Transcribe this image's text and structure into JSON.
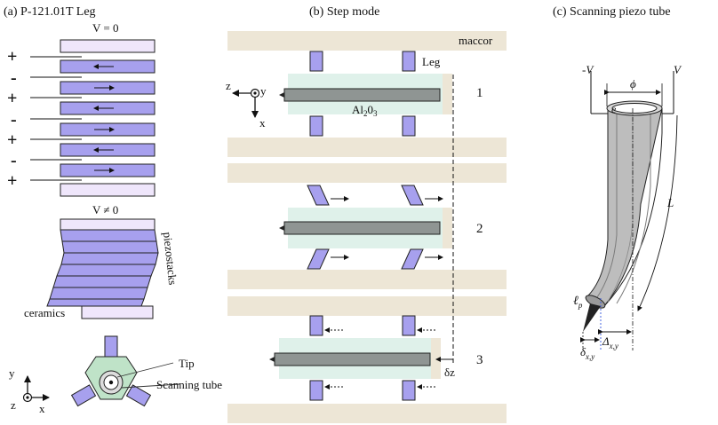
{
  "panel_a": {
    "title": "(a) P-121.01T Leg",
    "v_zero": "V = 0",
    "v_nonzero": "V ≠ 0",
    "piezostacks": "piezostacks",
    "ceramics": "ceramics",
    "polarity": [
      "+",
      "-",
      "+",
      "-",
      "+",
      "-",
      "+"
    ],
    "axis_y": "y",
    "axis_z": "z",
    "axis_x": "x",
    "tip": "Tip",
    "scanning_tube": "Scanning tube"
  },
  "panel_b": {
    "title": "(b) Step mode",
    "maccor": "maccor",
    "leg": "Leg",
    "al2o3_base": "Al",
    "al2o3_sub1": "2",
    "al2o3_mid": "0",
    "al2o3_sub2": "3",
    "axis_z": "z",
    "axis_y": "y",
    "axis_x": "x",
    "steps": [
      "1",
      "2",
      "3"
    ],
    "delta_z": "δz"
  },
  "panel_c": {
    "title": "(c) Scanning piezo tube",
    "minus_v": "-V",
    "plus_v": "V",
    "phi": "ϕ",
    "e": "e",
    "l_len": "L",
    "lp": "ℓ",
    "lp_sub": "p",
    "delta_xy": "δ",
    "delta_xy_sub": "x,y",
    "cap_delta": "Δ",
    "cap_delta_sub": "x,y"
  },
  "colors": {
    "stack_light": "#efe6fb",
    "stack_blue": "#a7a0ee",
    "maccor": "#ede6d6",
    "alumina": "#dff1ea",
    "rod": "#8f9593",
    "leg_blue": "#a7a0ee",
    "tube_gray": "#bdbdbd",
    "green_tri": "#bfe3c8"
  }
}
